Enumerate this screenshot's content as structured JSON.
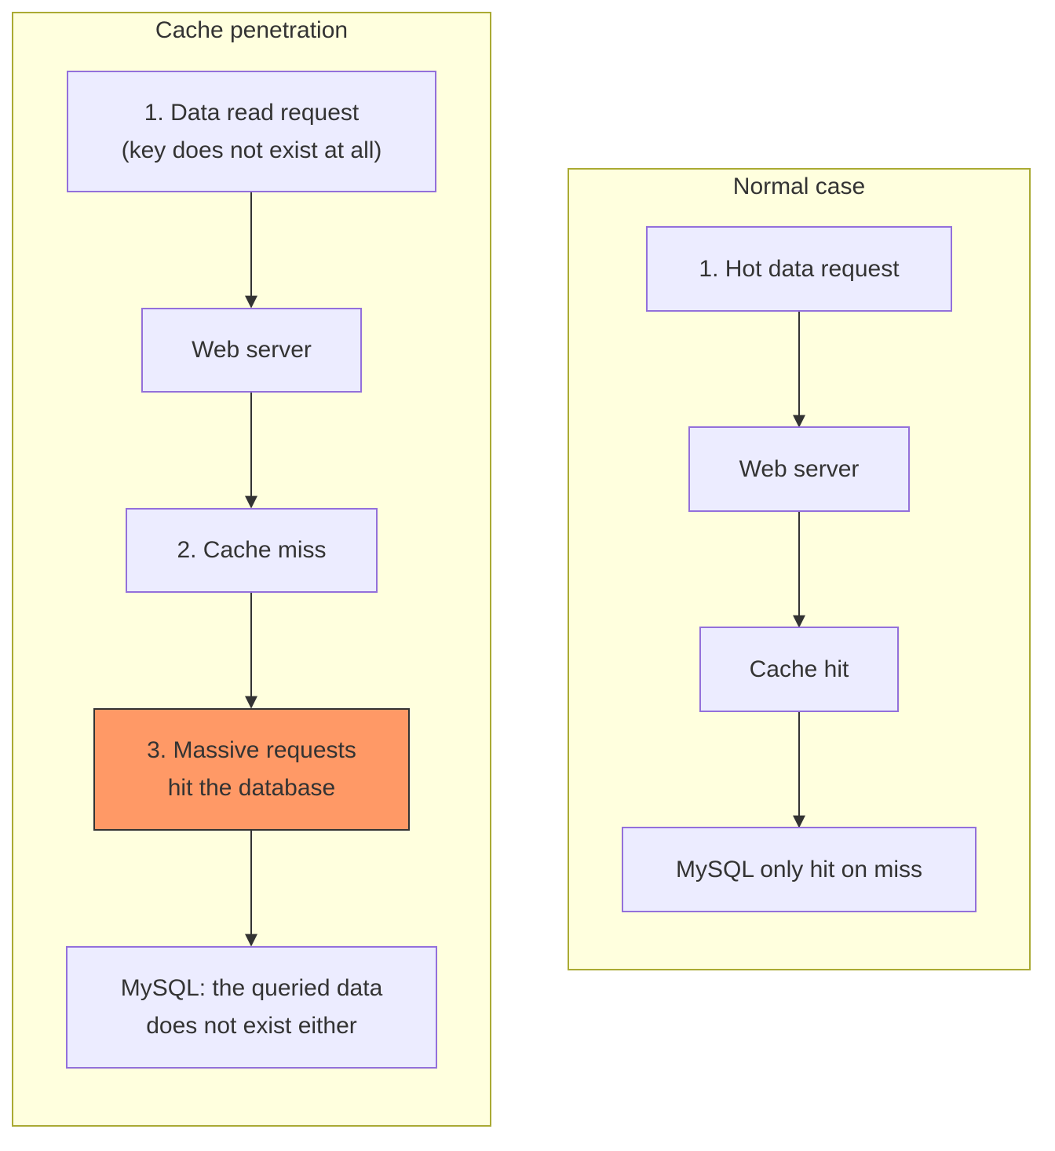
{
  "colors": {
    "cluster_fill": "#ffffde",
    "cluster_border": "#aaaa33",
    "node_fill": "#ececff",
    "node_border": "#9370db",
    "highlight_fill": "#ff9966",
    "highlight_border": "#333333",
    "edge": "#333333"
  },
  "clusters": {
    "penetration": {
      "title": "Cache penetration",
      "nodes": {
        "n1": {
          "line1": "1. Data read request",
          "line2": "(key does not exist at all)"
        },
        "n2": {
          "line1": "Web server"
        },
        "n3": {
          "line1": "2. Cache miss"
        },
        "n4": {
          "line1": "3. Massive requests",
          "line2": "hit the database"
        },
        "n5": {
          "line1": "MySQL: the queried data",
          "line2": "does not exist either"
        }
      }
    },
    "normal": {
      "title": "Normal case",
      "nodes": {
        "n1": {
          "line1": "1. Hot data request"
        },
        "n2": {
          "line1": "Web server"
        },
        "n3": {
          "line1": "Cache hit"
        },
        "n4": {
          "line1": "MySQL only hit on miss"
        }
      }
    }
  },
  "edges": [
    {
      "from": "penetration.n1",
      "to": "penetration.n2"
    },
    {
      "from": "penetration.n2",
      "to": "penetration.n3"
    },
    {
      "from": "penetration.n3",
      "to": "penetration.n4"
    },
    {
      "from": "penetration.n4",
      "to": "penetration.n5"
    },
    {
      "from": "normal.n1",
      "to": "normal.n2"
    },
    {
      "from": "normal.n2",
      "to": "normal.n3"
    },
    {
      "from": "normal.n3",
      "to": "normal.n4"
    }
  ]
}
